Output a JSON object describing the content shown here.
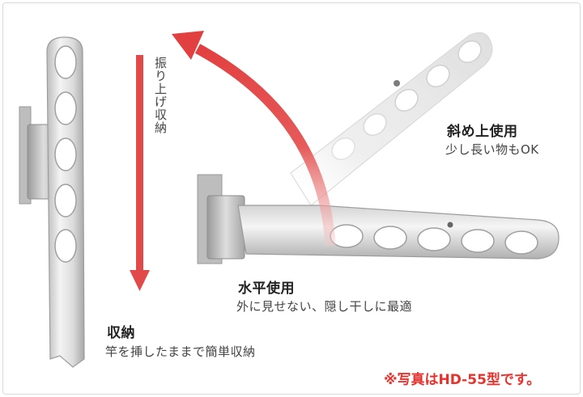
{
  "colors": {
    "arrow": "#e24a4a",
    "note": "#e8322d",
    "metal_light": "#eeeeee",
    "metal_dark": "#a9a9a9"
  },
  "labels": {
    "raise_vertical": "振り上げ収納",
    "diagonal_title": "斜め上使用",
    "diagonal_desc": "少し長い物もOK",
    "horizontal_title": "水平使用",
    "horizontal_desc": "外に見せない、隠し干しに最適",
    "stored_title": "収納",
    "stored_desc": "竿を挿したままで簡単収納"
  },
  "note": "※写真はHD-55型です。"
}
